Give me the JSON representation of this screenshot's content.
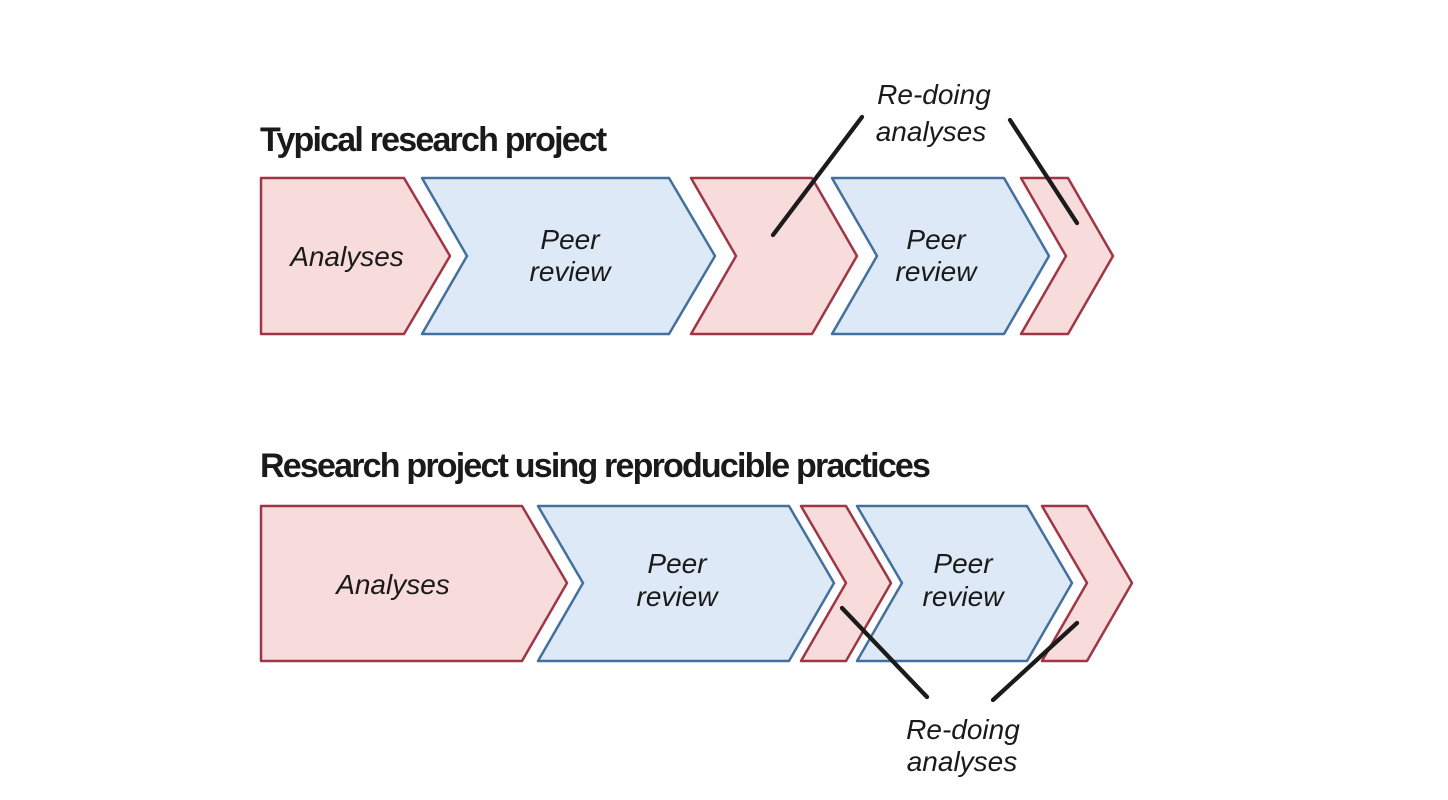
{
  "colors": {
    "background": "#ffffff",
    "pink_fill": "#f8dbdb",
    "pink_stroke": "#9e3646",
    "blue_fill": "#dde9f6",
    "blue_stroke": "#43709e",
    "annotation_line": "#1b1b1b",
    "text": "#1a1a1a"
  },
  "diagram_top": {
    "title": "Typical research project",
    "stages": [
      {
        "name": "analyses",
        "color": "pink",
        "label_lines": [
          "Analyses"
        ]
      },
      {
        "name": "peer-review-1",
        "color": "blue",
        "label_lines": [
          "Peer",
          "review"
        ]
      },
      {
        "name": "re-doing-analyses-1",
        "color": "pink",
        "label_lines": []
      },
      {
        "name": "peer-review-2",
        "color": "blue",
        "label_lines": [
          "Peer",
          "review"
        ]
      },
      {
        "name": "re-doing-analyses-2",
        "color": "pink",
        "label_lines": []
      }
    ],
    "annotation": {
      "label_lines": [
        "Re-doing",
        "analyses"
      ]
    }
  },
  "diagram_bottom": {
    "title": "Research project using reproducible practices",
    "stages": [
      {
        "name": "analyses",
        "color": "pink",
        "label_lines": [
          "Analyses"
        ]
      },
      {
        "name": "peer-review-1",
        "color": "blue",
        "label_lines": [
          "Peer",
          "review"
        ]
      },
      {
        "name": "re-doing-analyses-1",
        "color": "pink",
        "label_lines": []
      },
      {
        "name": "peer-review-2",
        "color": "blue",
        "label_lines": [
          "Peer",
          "review"
        ]
      },
      {
        "name": "re-doing-analyses-2",
        "color": "pink",
        "label_lines": []
      }
    ],
    "annotation": {
      "label_lines": [
        "Re-doing",
        "analyses"
      ]
    }
  }
}
